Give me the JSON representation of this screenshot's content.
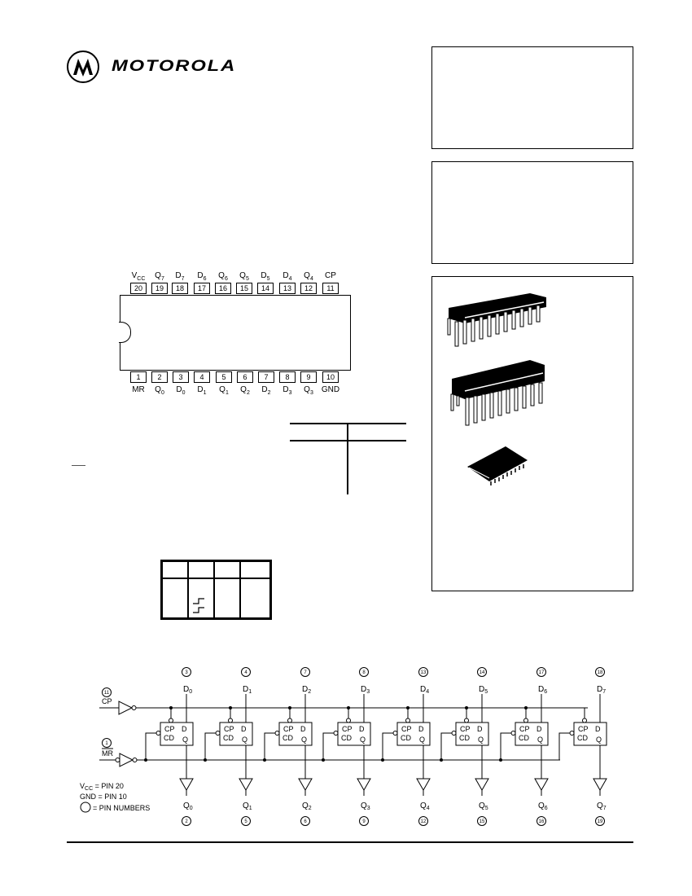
{
  "header": {
    "brand": "MOTOROLA",
    "logo_icon": "motorola-batwing-logo"
  },
  "sidebar_boxes": [
    {
      "name": "box-1",
      "content": ""
    },
    {
      "name": "box-2",
      "content": ""
    },
    {
      "name": "package-box",
      "packages": [
        "ceramic-dip-20",
        "plastic-dip-20",
        "soic-20"
      ]
    }
  ],
  "pinout": {
    "top_pins": [
      {
        "num": "20",
        "label": "V",
        "sub": "CC"
      },
      {
        "num": "19",
        "label": "Q",
        "sub": "7"
      },
      {
        "num": "18",
        "label": "D",
        "sub": "7"
      },
      {
        "num": "17",
        "label": "D",
        "sub": "6"
      },
      {
        "num": "16",
        "label": "Q",
        "sub": "6"
      },
      {
        "num": "15",
        "label": "Q",
        "sub": "5"
      },
      {
        "num": "14",
        "label": "D",
        "sub": "5"
      },
      {
        "num": "13",
        "label": "D",
        "sub": "4"
      },
      {
        "num": "12",
        "label": "Q",
        "sub": "4"
      },
      {
        "num": "11",
        "label": "CP",
        "sub": ""
      }
    ],
    "bottom_pins": [
      {
        "num": "1",
        "label": "MR",
        "sub": ""
      },
      {
        "num": "2",
        "label": "Q",
        "sub": "0"
      },
      {
        "num": "3",
        "label": "D",
        "sub": "0"
      },
      {
        "num": "4",
        "label": "D",
        "sub": "1"
      },
      {
        "num": "5",
        "label": "Q",
        "sub": "1"
      },
      {
        "num": "6",
        "label": "Q",
        "sub": "2"
      },
      {
        "num": "7",
        "label": "D",
        "sub": "2"
      },
      {
        "num": "8",
        "label": "D",
        "sub": "3"
      },
      {
        "num": "9",
        "label": "Q",
        "sub": "3"
      },
      {
        "num": "10",
        "label": "GND",
        "sub": ""
      }
    ]
  },
  "logic_diagram": {
    "cp_pin": "11",
    "cp_label": "CP",
    "mr_pin": "1",
    "mr_label": "MR",
    "flipflop_labels": {
      "cp": "CP",
      "d": "D",
      "cd": "CD",
      "q": "Q"
    },
    "d_inputs": [
      {
        "label": "D",
        "sub": "0",
        "pin": "3"
      },
      {
        "label": "D",
        "sub": "1",
        "pin": "4"
      },
      {
        "label": "D",
        "sub": "2",
        "pin": "7"
      },
      {
        "label": "D",
        "sub": "3",
        "pin": "8"
      },
      {
        "label": "D",
        "sub": "4",
        "pin": "13"
      },
      {
        "label": "D",
        "sub": "5",
        "pin": "14"
      },
      {
        "label": "D",
        "sub": "6",
        "pin": "17"
      },
      {
        "label": "D",
        "sub": "7",
        "pin": "18"
      }
    ],
    "q_outputs": [
      {
        "label": "Q",
        "sub": "0",
        "pin": "2"
      },
      {
        "label": "Q",
        "sub": "1",
        "pin": "5"
      },
      {
        "label": "Q",
        "sub": "2",
        "pin": "6"
      },
      {
        "label": "Q",
        "sub": "3",
        "pin": "9"
      },
      {
        "label": "Q",
        "sub": "4",
        "pin": "12"
      },
      {
        "label": "Q",
        "sub": "5",
        "pin": "15"
      },
      {
        "label": "Q",
        "sub": "6",
        "pin": "16"
      },
      {
        "label": "Q",
        "sub": "7",
        "pin": "19"
      }
    ],
    "legend": {
      "vcc_label": "V",
      "vcc_sub": "CC",
      "vcc_value": " = PIN 20",
      "gnd": "GND = PIN 10",
      "circle": "= PIN NUMBERS"
    }
  }
}
